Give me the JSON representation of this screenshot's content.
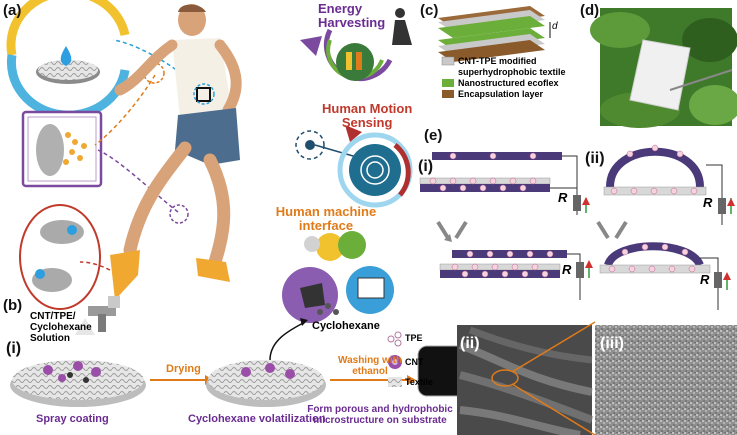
{
  "panels": {
    "a": "(a)",
    "b": "(b)",
    "c": "(c)",
    "d": "(d)",
    "e": "(e)",
    "b_i": "(i)",
    "e_i": "(i)",
    "e_ii": "(ii)",
    "sem_ii": "(ii)",
    "sem_iii": "(iii)"
  },
  "a": {
    "energy1": "Energy",
    "energy2": "Harvesting",
    "motion1": "Human Motion",
    "motion2": "Sensing",
    "hmi1": "Human machine",
    "hmi2": "interface"
  },
  "c": {
    "d_label": "d",
    "legend": [
      {
        "text": "CNT-TPE modified",
        "color": "#c9c9c9"
      },
      {
        "text": "superhydrophobic textile",
        "color": ""
      },
      {
        "text": "Nanostructured ecoflex",
        "color": "#6cae3a"
      },
      {
        "text": "Encapsulation layer",
        "color": "#8a5a2b"
      }
    ]
  },
  "e": {
    "r": "R"
  },
  "b": {
    "solution1": "CNT/TPE/",
    "solution2": "Cyclohexane",
    "solution3": "Solution",
    "drying": "Drying",
    "cyclohexane": "Cyclohexane",
    "washing1": "Washing with",
    "washing2": "ethanol",
    "spray": "Spray coating",
    "volatilization": "Cyclohexane volatilization",
    "form1": "Form porous and hydrophobic",
    "form2": "microstructure on substrate",
    "tpe": "TPE",
    "cnt": "CNT",
    "textile": "Textile"
  },
  "colors": {
    "purple": "#6a2c91",
    "orange": "#e07b1a",
    "red": "#c0392b",
    "green": "#6cae3a",
    "brown": "#8a5a2b"
  }
}
